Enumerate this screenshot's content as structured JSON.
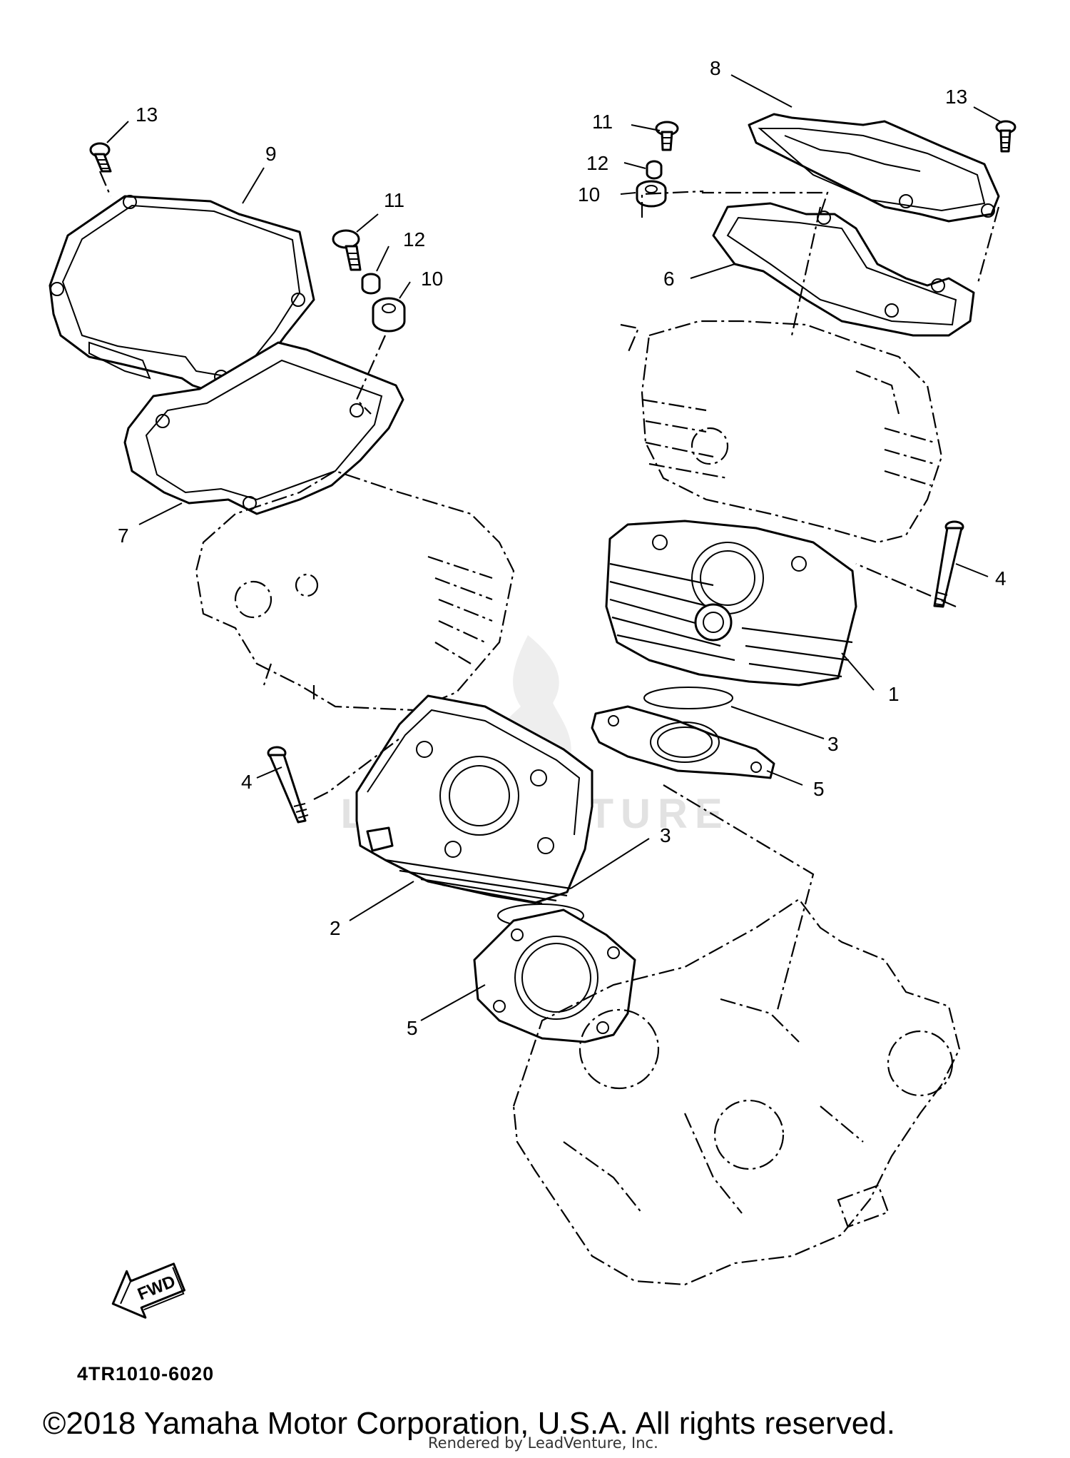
{
  "diagram_code": "4TR1010-6020",
  "copyright": "©2018 Yamaha Motor Corporation, U.S.A. All rights reserved.",
  "rendered_by": "Rendered by LeadVenture, Inc.",
  "fwd_label": "FWD",
  "watermark_text": "LEADVENTURE",
  "callouts": {
    "c13_left": "13",
    "c9": "9",
    "c11_left": "11",
    "c12_left": "12",
    "c10_left": "10",
    "c7": "7",
    "c4_left": "4",
    "c2": "2",
    "c3_lower": "3",
    "c5_lower": "5",
    "c8": "8",
    "c13_right": "13",
    "c11_right": "11",
    "c12_right": "12",
    "c10_right": "10",
    "c6": "6",
    "c4_right": "4",
    "c1": "1",
    "c3_upper": "3",
    "c5_upper": "5"
  },
  "icons": [
    "fwd-arrow-icon",
    "leadventure-flame-icon"
  ]
}
